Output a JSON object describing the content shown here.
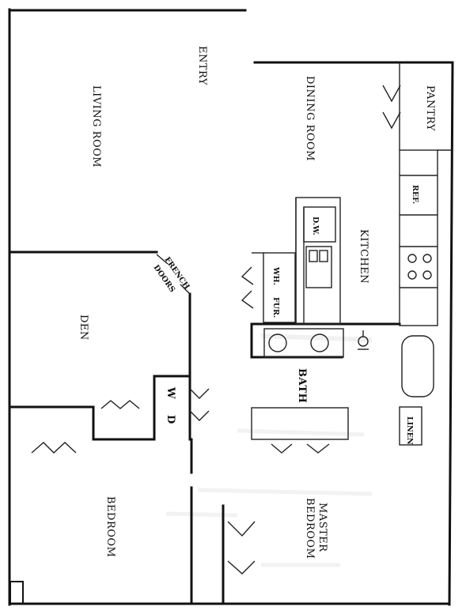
{
  "labels": {
    "entry": "ENTRY",
    "living_room": "LIVING ROOM",
    "dining_room": "DINING ROOM",
    "pantry": "PANTRY",
    "ref": "REF.",
    "dw": "D.W.",
    "kitchen": "KITCHEN",
    "wh": "WH.",
    "fur": "FUR.",
    "french": "FRENCH",
    "doors": "DOORS",
    "den": "DEN",
    "bath": "BATH",
    "w": "W",
    "d": "D",
    "linen": "LINEN",
    "bedroom": "BEDROOM",
    "master": "MASTER",
    "master_bedroom": "BEDROOM"
  }
}
